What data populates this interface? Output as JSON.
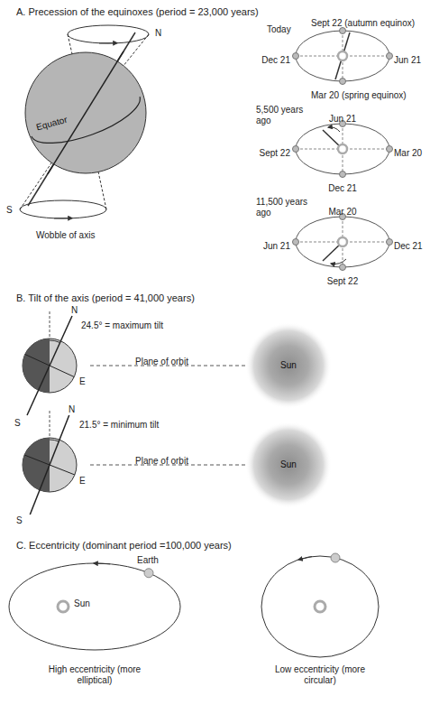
{
  "diagram": {
    "nodes": [
      {
        "text": [
          "Equator"
        ]
      },
      {
        "text": [
          "Sun"
        ]
      },
      {
        "text": [
          "Sun"
        ]
      }
    ],
    "labels": [
      "A. Precession of the equinoxes (period = 23,000 years)",
      "N",
      "S",
      "Wobble of axis",
      "Today",
      "Sept 22 (autumn equinox)",
      "Dec 21",
      "Jun 21",
      "Mar 20 (spring equinox)",
      "5,500 years ago",
      "Jun 21",
      "Sept 22",
      "Mar 20",
      "Dec 21",
      "11,500 years ago",
      "Mar 20",
      "Jun 21",
      "Dec 21",
      "Sept 22",
      "B. Tilt of the axis (period = 41,000 years)",
      "N",
      "24.5° = maximum tilt",
      "Plane of orbit",
      "E",
      "S",
      "N",
      "21.5° = minimum tilt",
      "Plane of orbit",
      "E",
      "S",
      "C. Eccentricity (dominant period =100,000 years)",
      "Earth",
      "Sun",
      "High eccentricity (more elliptical)",
      "Low eccentricity (more circular)"
    ]
  }
}
